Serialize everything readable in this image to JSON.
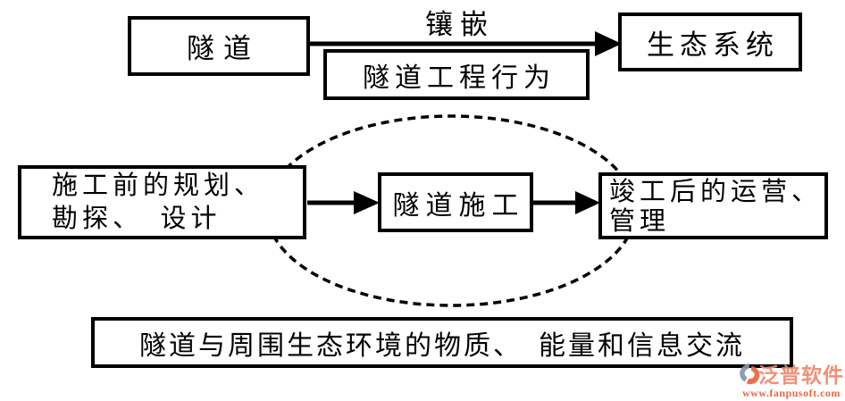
{
  "diagram": {
    "bg_color": "#ffffff",
    "line_color": "#000000",
    "boxes": {
      "tunnel": "隧道",
      "ecosystem": "生态系统",
      "engineering_behavior": "隧道工程行为",
      "pre_construction": {
        "line1": "施工前的规划、",
        "line2": "勘探、　设计"
      },
      "construction": "隧道施工",
      "operation": {
        "line1": "竣工后的运营、",
        "line2": "管理"
      },
      "exchange": "隧道与周围生态环境的物质、　能量和信息交流"
    },
    "arrow_label": "镶嵌"
  },
  "watermark": {
    "brand": "泛普软件",
    "url": "www.fanpusoft.com",
    "brand_color": "#f0876b",
    "url_color": "#e25c35",
    "logo_colors": {
      "blue_gray": "#8496ad",
      "orange": "#e8653c"
    }
  }
}
